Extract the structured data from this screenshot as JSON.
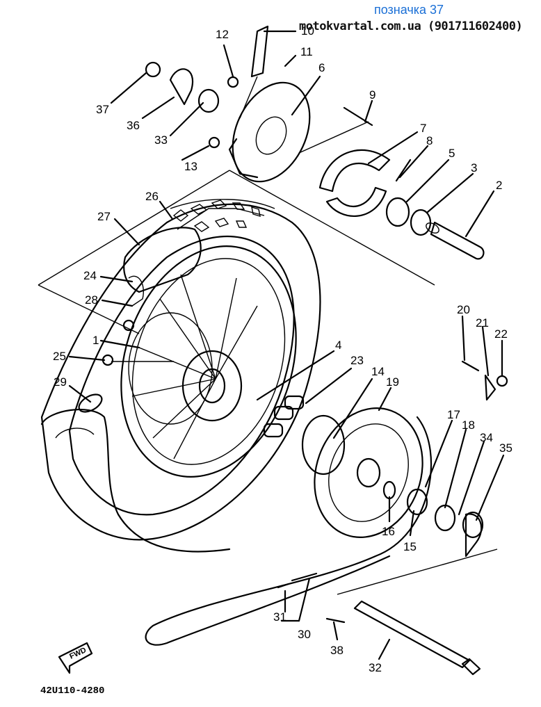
{
  "header": {
    "badge": "позначка 37",
    "site": "motokvartal.com.ua (901711602400)"
  },
  "footer": {
    "drawing_code": "42U110-4280"
  },
  "direction_marker": "FWD",
  "part_labels": [
    "1",
    "2",
    "3",
    "4",
    "5",
    "6",
    "7",
    "8",
    "9",
    "10",
    "11",
    "12",
    "13",
    "14",
    "15",
    "16",
    "17",
    "18",
    "19",
    "20",
    "21",
    "22",
    "23",
    "24",
    "25",
    "26",
    "27",
    "28",
    "29",
    "30",
    "31",
    "32",
    "33",
    "34",
    "35",
    "36",
    "37",
    "38"
  ],
  "colors": {
    "badge": "#1a6fd6",
    "ink": "#000000"
  }
}
